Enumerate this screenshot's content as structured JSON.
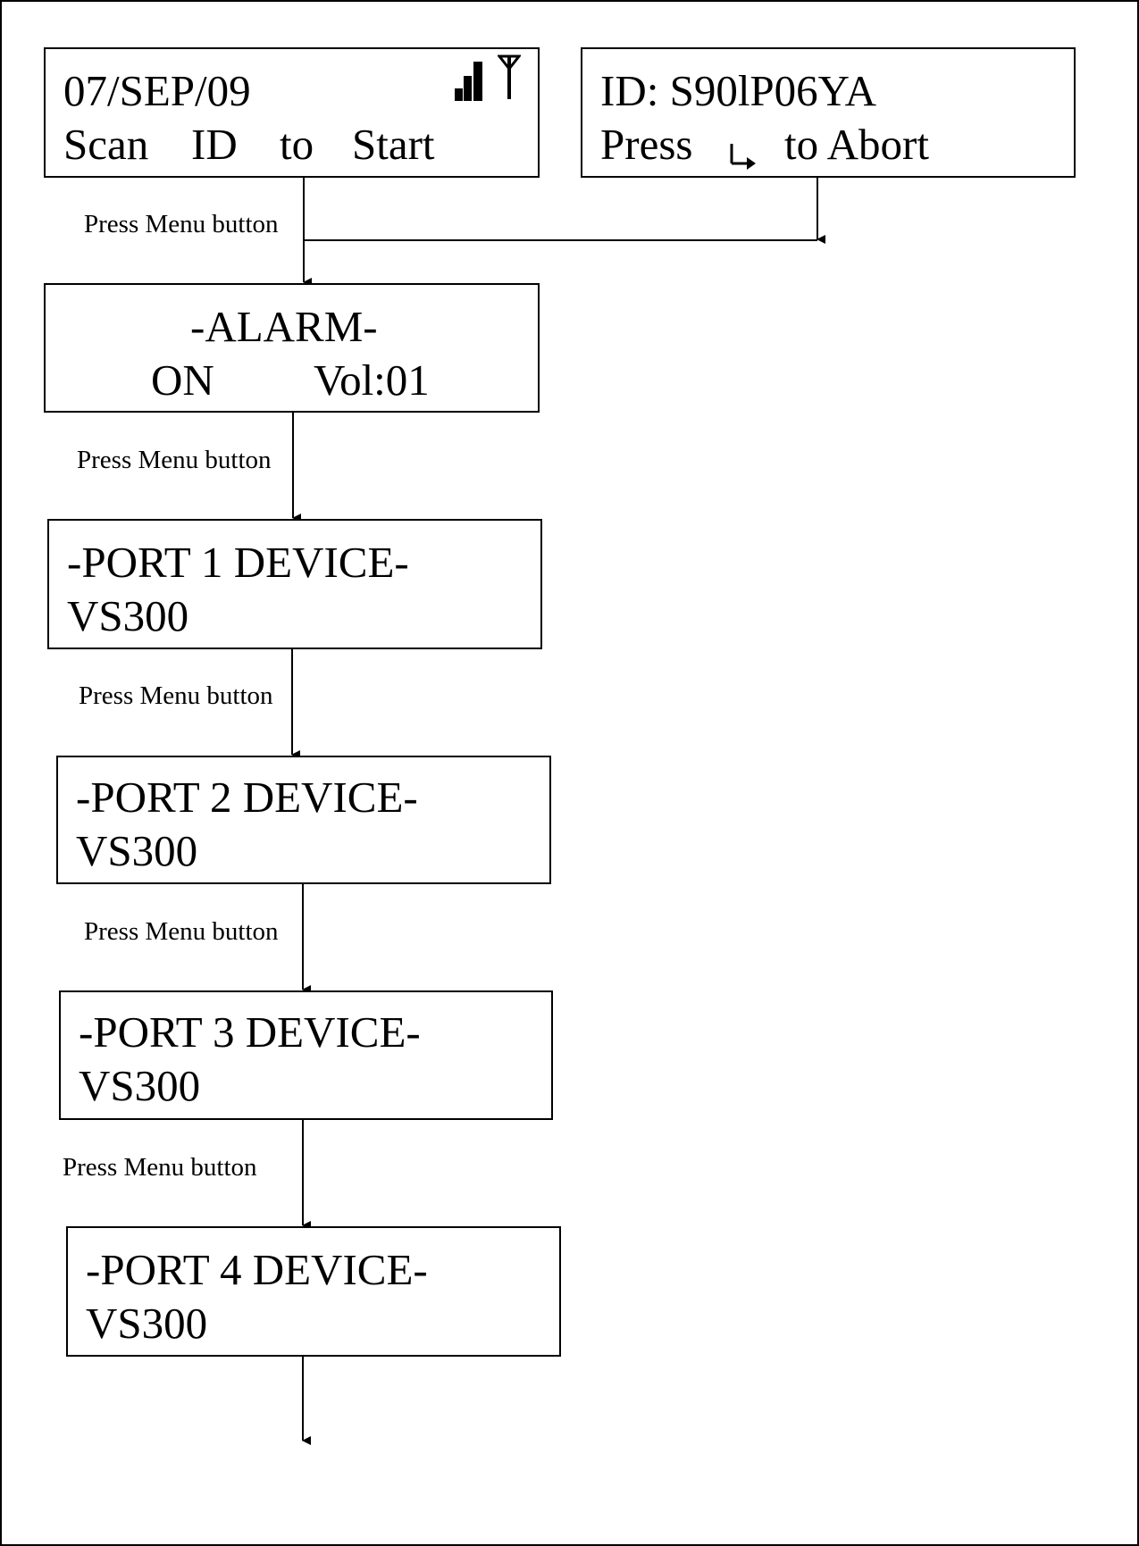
{
  "screens": {
    "idle": {
      "date": "07/SEP/09",
      "w1": "Scan",
      "w2": "ID",
      "w3": "to",
      "w4": "Start",
      "signal_icon": "signal-strength-icon",
      "antenna_icon": "antenna-icon"
    },
    "scanned": {
      "line1": "ID: S90lP06YA",
      "press": "Press",
      "enter_icon": "enter-key-icon",
      "abort": "to Abort"
    },
    "alarm": {
      "title": "-ALARM-",
      "state": "ON",
      "volume": "Vol:01"
    },
    "ports": [
      {
        "title": "-PORT 1 DEVICE-",
        "device": "VS300"
      },
      {
        "title": "-PORT 2 DEVICE-",
        "device": "VS300"
      },
      {
        "title": "-PORT 3 DEVICE-",
        "device": "VS300"
      },
      {
        "title": "-PORT 4 DEVICE-",
        "device": "VS300"
      }
    ]
  },
  "transitions": [
    {
      "label": "Press Menu button"
    },
    {
      "label": "Press Menu button"
    },
    {
      "label": "Press Menu button"
    },
    {
      "label": "Press Menu button"
    },
    {
      "label": "Press Menu button"
    }
  ]
}
